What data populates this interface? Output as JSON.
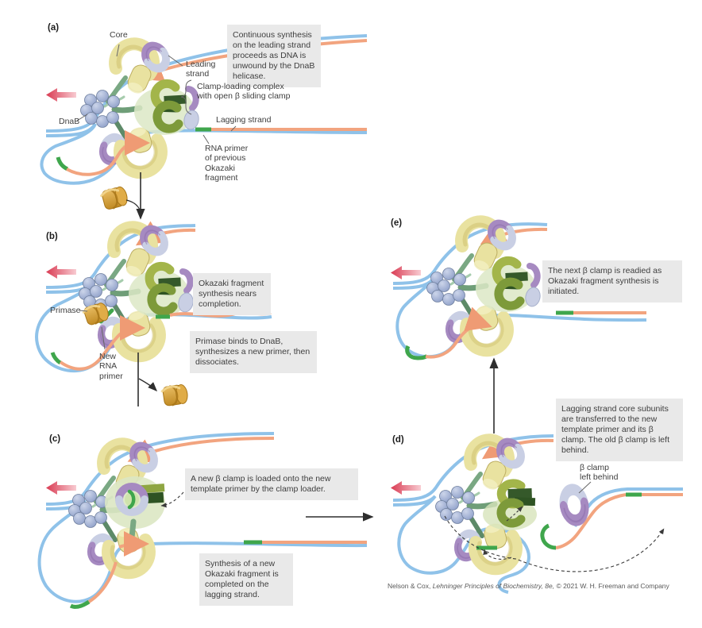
{
  "figure": {
    "type": "textbook-diagram",
    "subject": "Lagging strand synthesis cycle at the DNA replication fork (trombone model)"
  },
  "palette": {
    "dna_template_blue": "#8fc2e9",
    "nascent_strand_orange": "#f2a47f",
    "rna_primer_green": "#3fa64c",
    "core_polymerase_yellow": "#e9e2a0",
    "beta_clamp_purple": "#a68ac1",
    "beta_clamp_lavender": "#c9cfe4",
    "clamp_loader_olive": "#a3b54a",
    "clamp_loader_dark_green": "#2e5323",
    "loader_halo_pale_green": "#dce8c6",
    "dnab_sphere_blue": "#9aabd2",
    "fork_arrow_red": "#d93a52",
    "fork_arrow_pink": "#f8ccd2",
    "primase_orange": "#d9a23e",
    "callout_bg": "#e9e9e9",
    "text": "#3e3e3e"
  },
  "panels": {
    "a": {
      "letter": "(a)",
      "callout": "Continuous synthesis on the leading strand proceeds as DNA is unwound by the DnaB helicase.",
      "labels": {
        "core": "Core",
        "leading_strand": "Leading\nstrand",
        "dnab": "DnaB",
        "clamp_loading": "Clamp-loading complex\nwith open β sliding clamp",
        "lagging_strand": "Lagging strand",
        "rna_primer": "RNA primer\nof previous\nOkazaki\nfragment"
      }
    },
    "step_ab": {
      "primase": "Primase"
    },
    "b": {
      "letter": "(b)",
      "callout1": "Okazaki fragment synthesis nears completion.",
      "callout2": "Primase binds to DnaB, synthesizes a new primer, then dissociates.",
      "labels": {
        "primase": "Primase",
        "new_rna_primer": "New\nRNA\nprimer"
      }
    },
    "c": {
      "letter": "(c)",
      "callout1": "A new β clamp is loaded onto the new template primer by the clamp loader.",
      "callout2": "Synthesis of a new Okazaki fragment is completed on the lagging strand."
    },
    "d": {
      "letter": "(d)",
      "callout": "Lagging strand core subunits are transferred to the new template primer and its β clamp. The old β clamp is left behind.",
      "labels": {
        "beta_clamp_left": "β clamp\nleft behind"
      }
    },
    "e": {
      "letter": "(e)",
      "callout": "The next β clamp is readied as Okazaki fragment synthesis is initiated."
    }
  },
  "credit": {
    "prefix": "Nelson & Cox, ",
    "italic": "Lehninger Principles of Biochemistry, 8e,",
    "suffix": " © 2021 W. H. Freeman and Company"
  }
}
